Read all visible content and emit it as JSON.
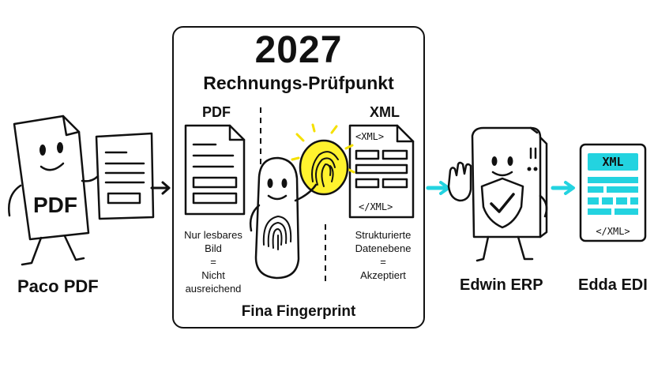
{
  "checkpoint": {
    "year": "2027",
    "title": "Rechnungs-Prüfpunkt",
    "pdf_label": "PDF",
    "xml_label": "XML",
    "xml_doc_top": "<XML>",
    "xml_doc_bottom": "</XML>",
    "pdf_caption": [
      "Nur lesbares",
      "Bild",
      "=",
      "Nicht",
      "ausreichend"
    ],
    "xml_caption": [
      "Strukturierte",
      "Datenebene",
      "=",
      "Akzeptiert"
    ],
    "mascot_name": "Fina Fingerprint"
  },
  "left": {
    "character_text": "PDF",
    "name": "Paco PDF"
  },
  "erp": {
    "name": "Edwin ERP"
  },
  "edi": {
    "screen_top": "XML",
    "screen_bottom": "</XML>",
    "name": "Edda EDI"
  },
  "colors": {
    "accent_cyan": "#23d3e0",
    "accent_yellow": "#fff22e",
    "screen_cyan": "#bff3f5"
  }
}
